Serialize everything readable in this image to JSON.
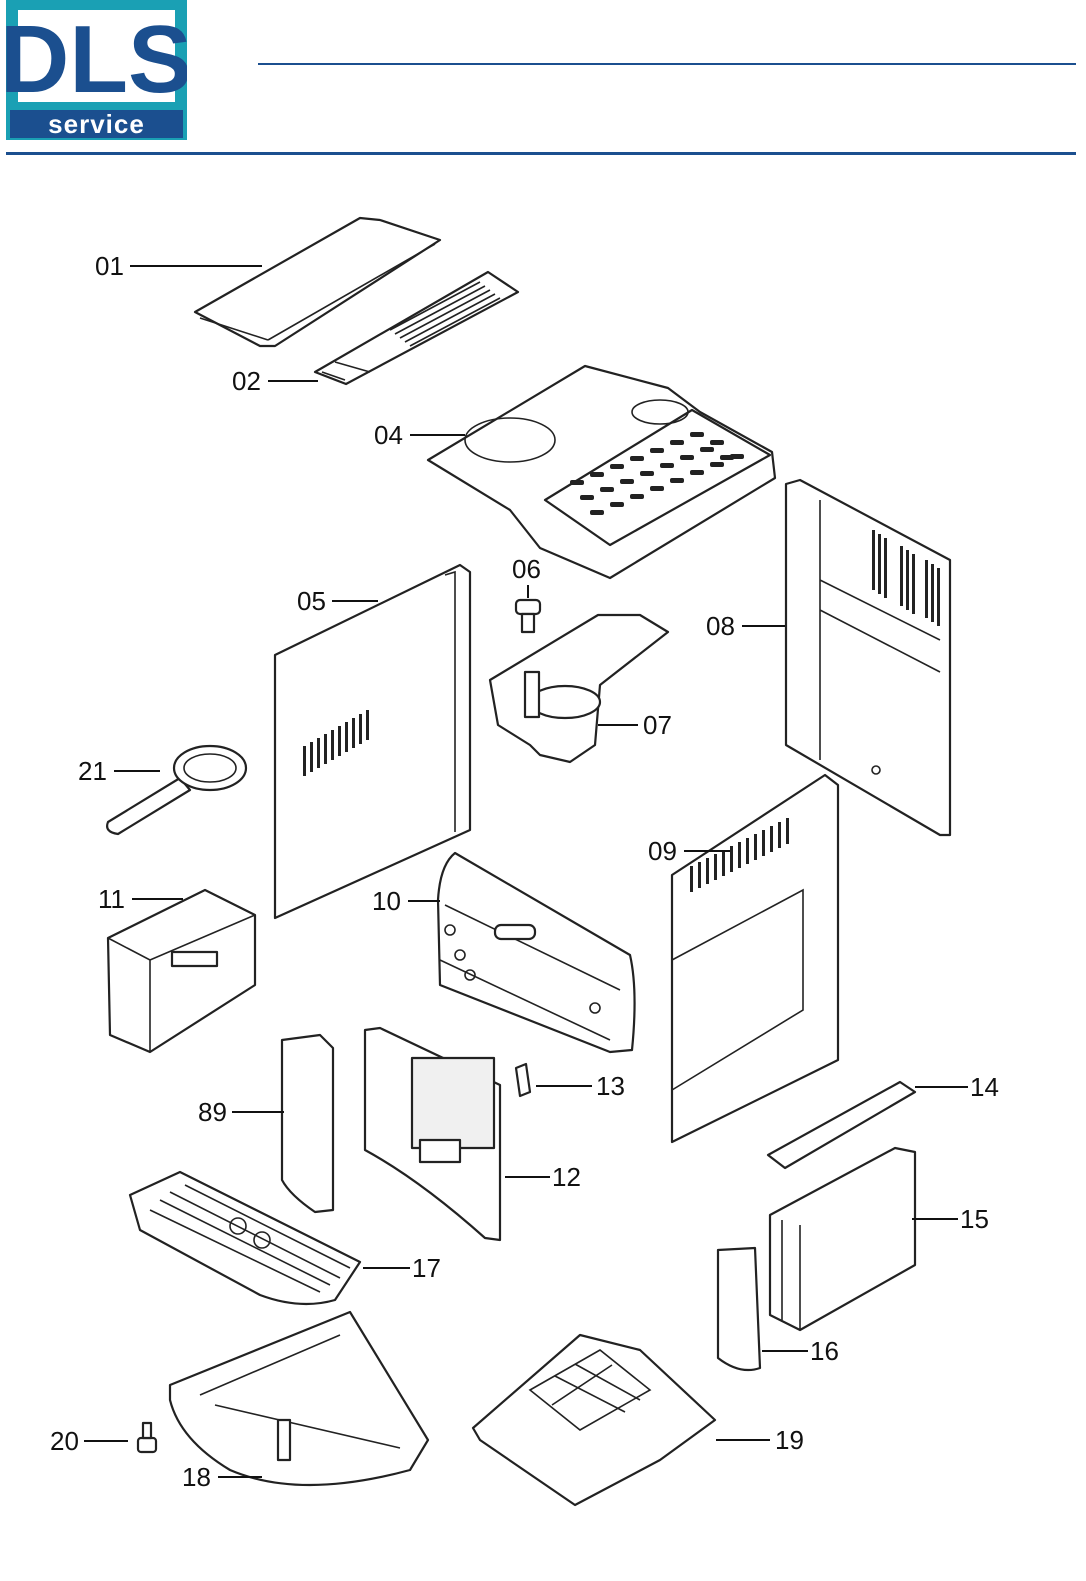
{
  "logo": {
    "brand": "DLS",
    "subtitle": "service",
    "bg_color": "#1aa0b4",
    "brand_color": "#1b4f8f"
  },
  "parts": {
    "p01": "01",
    "p02": "02",
    "p04": "04",
    "p05": "05",
    "p06": "06",
    "p07": "07",
    "p08": "08",
    "p09": "09",
    "p10": "10",
    "p11": "11",
    "p12": "12",
    "p13": "13",
    "p14": "14",
    "p15": "15",
    "p16": "16",
    "p17": "17",
    "p18": "18",
    "p19": "19",
    "p20": "20",
    "p21": "21",
    "p89": "89"
  }
}
